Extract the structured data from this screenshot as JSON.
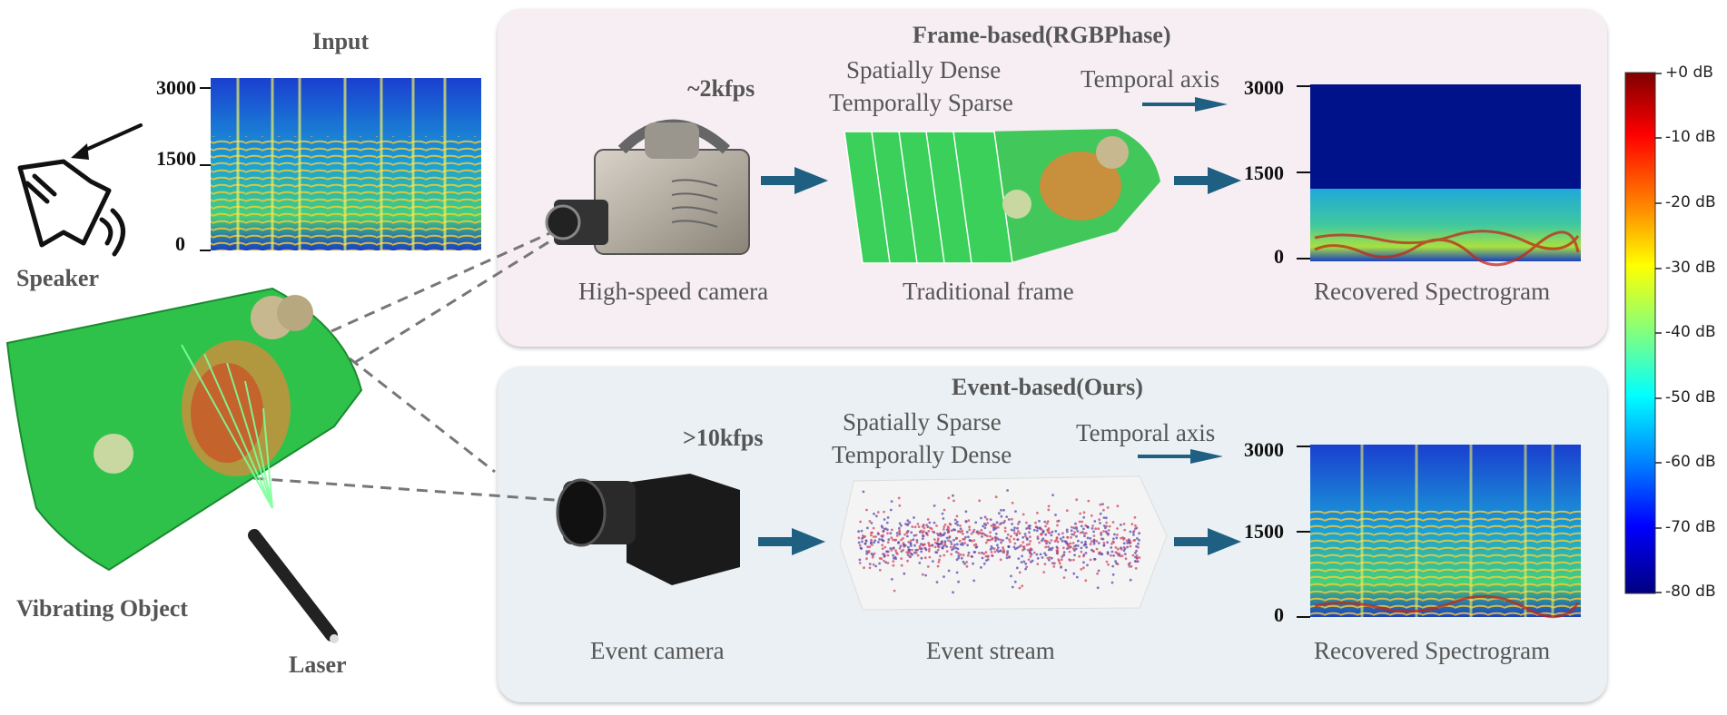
{
  "input": {
    "title": "Input",
    "ticks": [
      "3000",
      "1500",
      "0"
    ]
  },
  "speaker": {
    "label": "Speaker",
    "icon": "speaker-icon"
  },
  "object": {
    "label": "Vibrating Object"
  },
  "laser": {
    "label": "Laser"
  },
  "frame_panel": {
    "title": "Frame-based(RGBPhase)",
    "fps": "~2kfps",
    "camera_label": "High-speed camera",
    "density_line1": "Spatially Dense",
    "density_line2": "Temporally Sparse",
    "temporal_axis": "Temporal axis",
    "frame_label": "Traditional frame",
    "spectrogram_label": "Recovered Spectrogram",
    "ticks": [
      "3000",
      "1500",
      "0"
    ]
  },
  "event_panel": {
    "title": "Event-based(Ours)",
    "fps": ">10kfps",
    "camera_label": "Event camera",
    "density_line1": "Spatially Sparse",
    "density_line2": "Temporally Dense",
    "temporal_axis": "Temporal axis",
    "stream_label": "Event stream",
    "spectrogram_label": "Recovered Spectrogram",
    "ticks": [
      "3000",
      "1500",
      "0"
    ]
  },
  "colorbar": {
    "ticks": [
      "+0 dB",
      "-10 dB",
      "-20 dB",
      "-30 dB",
      "-40 dB",
      "-50 dB",
      "-60 dB",
      "-70 dB",
      "-80 dB"
    ],
    "colors": [
      "#7f0000",
      "#ff0000",
      "#ff8000",
      "#ffff00",
      "#80ff80",
      "#00ffff",
      "#0080ff",
      "#0000ff",
      "#00007f"
    ]
  },
  "colors": {
    "arrow": "#1f5f82",
    "dash": "#777777",
    "laser_beam": "#7dff9a",
    "bag": "#2fc24a"
  }
}
